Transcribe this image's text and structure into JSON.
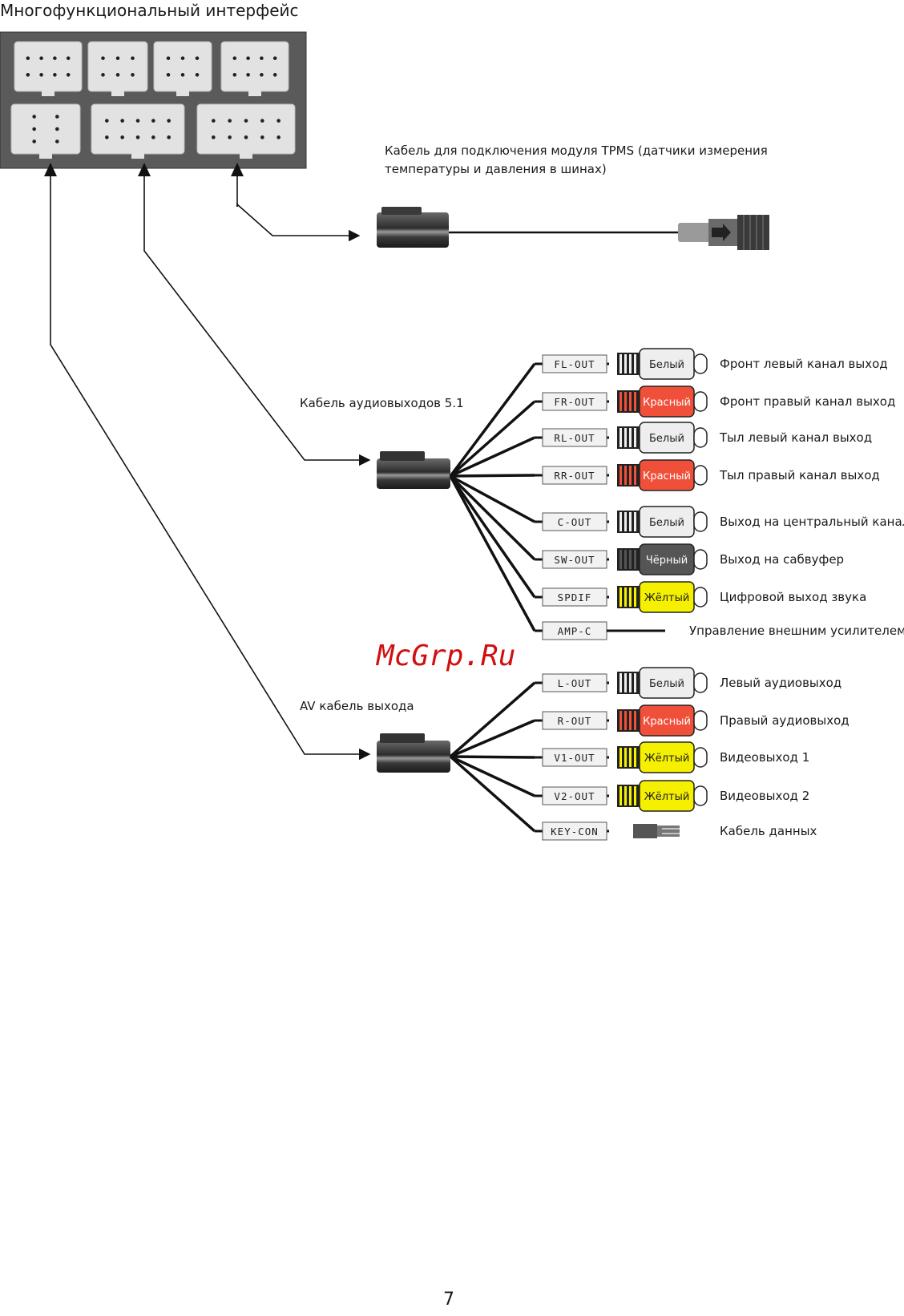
{
  "title": "Многофункциональный интерфейс",
  "tpms": {
    "caption_line1": "Кабель для подключения модуля TPMS (датчики измерения",
    "caption_line2": "температуры и давления в шинах)"
  },
  "audio_cable": {
    "caption": "Кабель аудиовыходов 5.1",
    "outputs": [
      {
        "tag": "FL-OUT",
        "plug": "Белый",
        "plug_color": "#eeeeee",
        "text_color": "#222222",
        "desc": "Фронт левый канал выход"
      },
      {
        "tag": "FR-OUT",
        "plug": "Красный",
        "plug_color": "#f0503a",
        "text_color": "#ffffff",
        "desc": "Фронт правый канал выход"
      },
      {
        "tag": "RL-OUT",
        "plug": "Белый",
        "plug_color": "#eeeeee",
        "text_color": "#222222",
        "desc": "Тыл левый канал выход"
      },
      {
        "tag": "RR-OUT",
        "plug": "Красный",
        "plug_color": "#f0503a",
        "text_color": "#ffffff",
        "desc": "Тыл правый канал выход"
      },
      {
        "tag": "C-OUT",
        "plug": "Белый",
        "plug_color": "#eeeeee",
        "text_color": "#222222",
        "desc": "Выход на центральный канал"
      },
      {
        "tag": "SW-OUT",
        "plug": "Чёрный",
        "plug_color": "#555555",
        "text_color": "#ffffff",
        "desc": "Выход на сабвуфер"
      },
      {
        "tag": "SPDIF",
        "plug": "Жёлтый",
        "plug_color": "#f4f000",
        "text_color": "#222222",
        "desc": "Цифровой выход звука"
      },
      {
        "tag": "AMP-C",
        "plug": "",
        "plug_color": "",
        "text_color": "",
        "desc": "Управление внешним усилителем"
      }
    ]
  },
  "av_cable": {
    "caption": "AV кабель выхода",
    "outputs": [
      {
        "tag": "L-OUT",
        "plug": "Белый",
        "plug_color": "#eeeeee",
        "text_color": "#222222",
        "desc": "Левый аудиовыход"
      },
      {
        "tag": "R-OUT",
        "plug": "Красный",
        "plug_color": "#f0503a",
        "text_color": "#ffffff",
        "desc": "Правый аудиовыход"
      },
      {
        "tag": "V1-OUT",
        "plug": "Жёлтый",
        "plug_color": "#f4f000",
        "text_color": "#222222",
        "desc": "Видеовыход 1"
      },
      {
        "tag": "V2-OUT",
        "plug": "Жёлтый",
        "plug_color": "#f4f000",
        "text_color": "#222222",
        "desc": "Видеовыход 2"
      },
      {
        "tag": "KEY-CON",
        "plug": "",
        "plug_color": "",
        "text_color": "",
        "desc": "Кабель данных"
      }
    ]
  },
  "watermark": "McGrp.Ru",
  "page_number": "7"
}
